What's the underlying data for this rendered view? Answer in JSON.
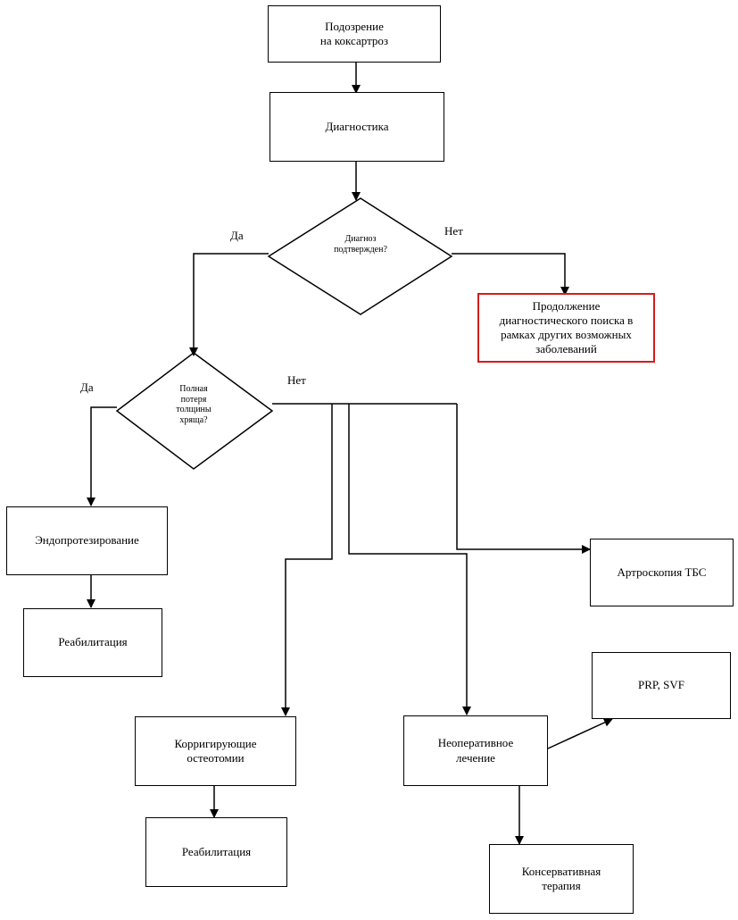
{
  "nodes": {
    "suspicion": "Подозрение\nна коксартроз",
    "diagnostics": "Диагностика",
    "diag_confirmed": "Диагноз\nподтвержден?",
    "continue_search": "Продолжение\nдиагностического поиска в\nрамках других возможных\nзаболеваний",
    "cartilage_loss": "Полная\nпотеря\nтолщины\nхряща?",
    "endoprosthesis": "Эндопротезирование",
    "rehab_1": "Реабилитация",
    "arthroscopy": "Артроскопия ТБС",
    "corrective_osteotomy": "Корригирующие\nостеотомии",
    "rehab_2": "Реабилитация",
    "nonoperative": "Неоперативное\nлечение",
    "prp_svf": "PRP, SVF",
    "conservative": "Консервативная\nтерапия"
  },
  "edge_labels": {
    "yes_1": "Да",
    "no_1": "Нет",
    "yes_2": "Да",
    "no_2": "Нет"
  },
  "colors": {
    "line": "#000000",
    "alert_border": "#d61c1c"
  }
}
